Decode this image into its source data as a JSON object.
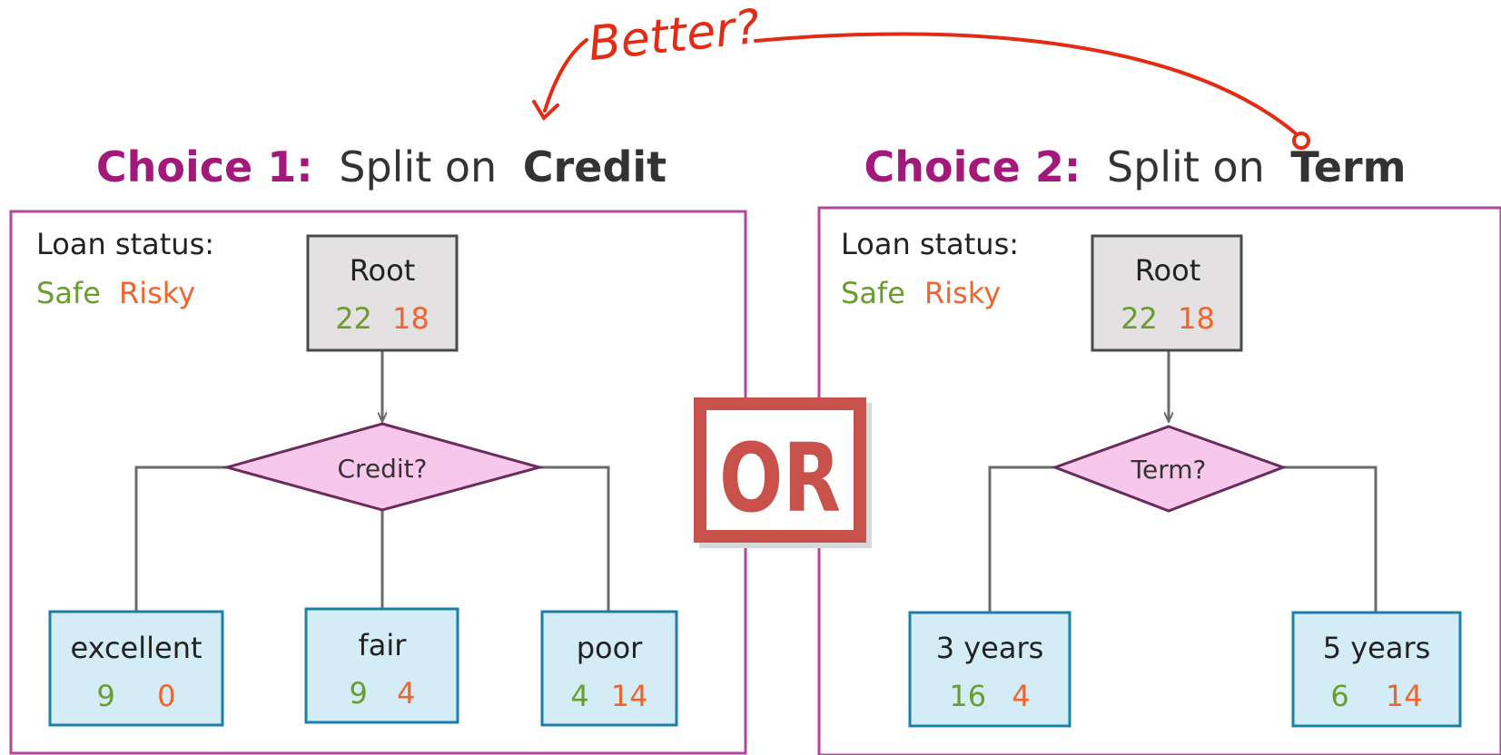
{
  "colors": {
    "title_accent": "#a3197b",
    "title_text": "#333333",
    "panel_border": "#b0489c",
    "safe": "#6a9c2f",
    "risky": "#f0642d",
    "root_fill": "#e3e1e1",
    "root_border": "#4a4a4a",
    "decision_fill": "#f7c8ec",
    "decision_border": "#6b2c5c",
    "leaf_fill": "#d3ecf6",
    "leaf_border": "#1c7fa8",
    "connector": "#6a6a6a",
    "or_red": "#c9514b",
    "annotation_red": "#e42b14"
  },
  "annotation": {
    "text": "Better?"
  },
  "or_badge": {
    "text": "OR"
  },
  "choice1": {
    "title_accent": "Choice 1:",
    "title_rest": "Split on",
    "title_feature": "Credit",
    "legend": {
      "heading": "Loan status:",
      "safe": "Safe",
      "risky": "Risky"
    },
    "root": {
      "label": "Root",
      "safe": "22",
      "risky": "18"
    },
    "decision": {
      "label": "Credit?"
    },
    "leaves": [
      {
        "label": "excellent",
        "safe": "9",
        "risky": "0"
      },
      {
        "label": "fair",
        "safe": "9",
        "risky": "4"
      },
      {
        "label": "poor",
        "safe": "4",
        "risky": "14"
      }
    ]
  },
  "choice2": {
    "title_accent": "Choice 2:",
    "title_rest": "Split on",
    "title_feature": "Term",
    "legend": {
      "heading": "Loan status:",
      "safe": "Safe",
      "risky": "Risky"
    },
    "root": {
      "label": "Root",
      "safe": "22",
      "risky": "18"
    },
    "decision": {
      "label": "Term?"
    },
    "leaves": [
      {
        "label": "3 years",
        "safe": "16",
        "risky": "4"
      },
      {
        "label": "5 years",
        "safe": "6",
        "risky": "14"
      }
    ]
  }
}
